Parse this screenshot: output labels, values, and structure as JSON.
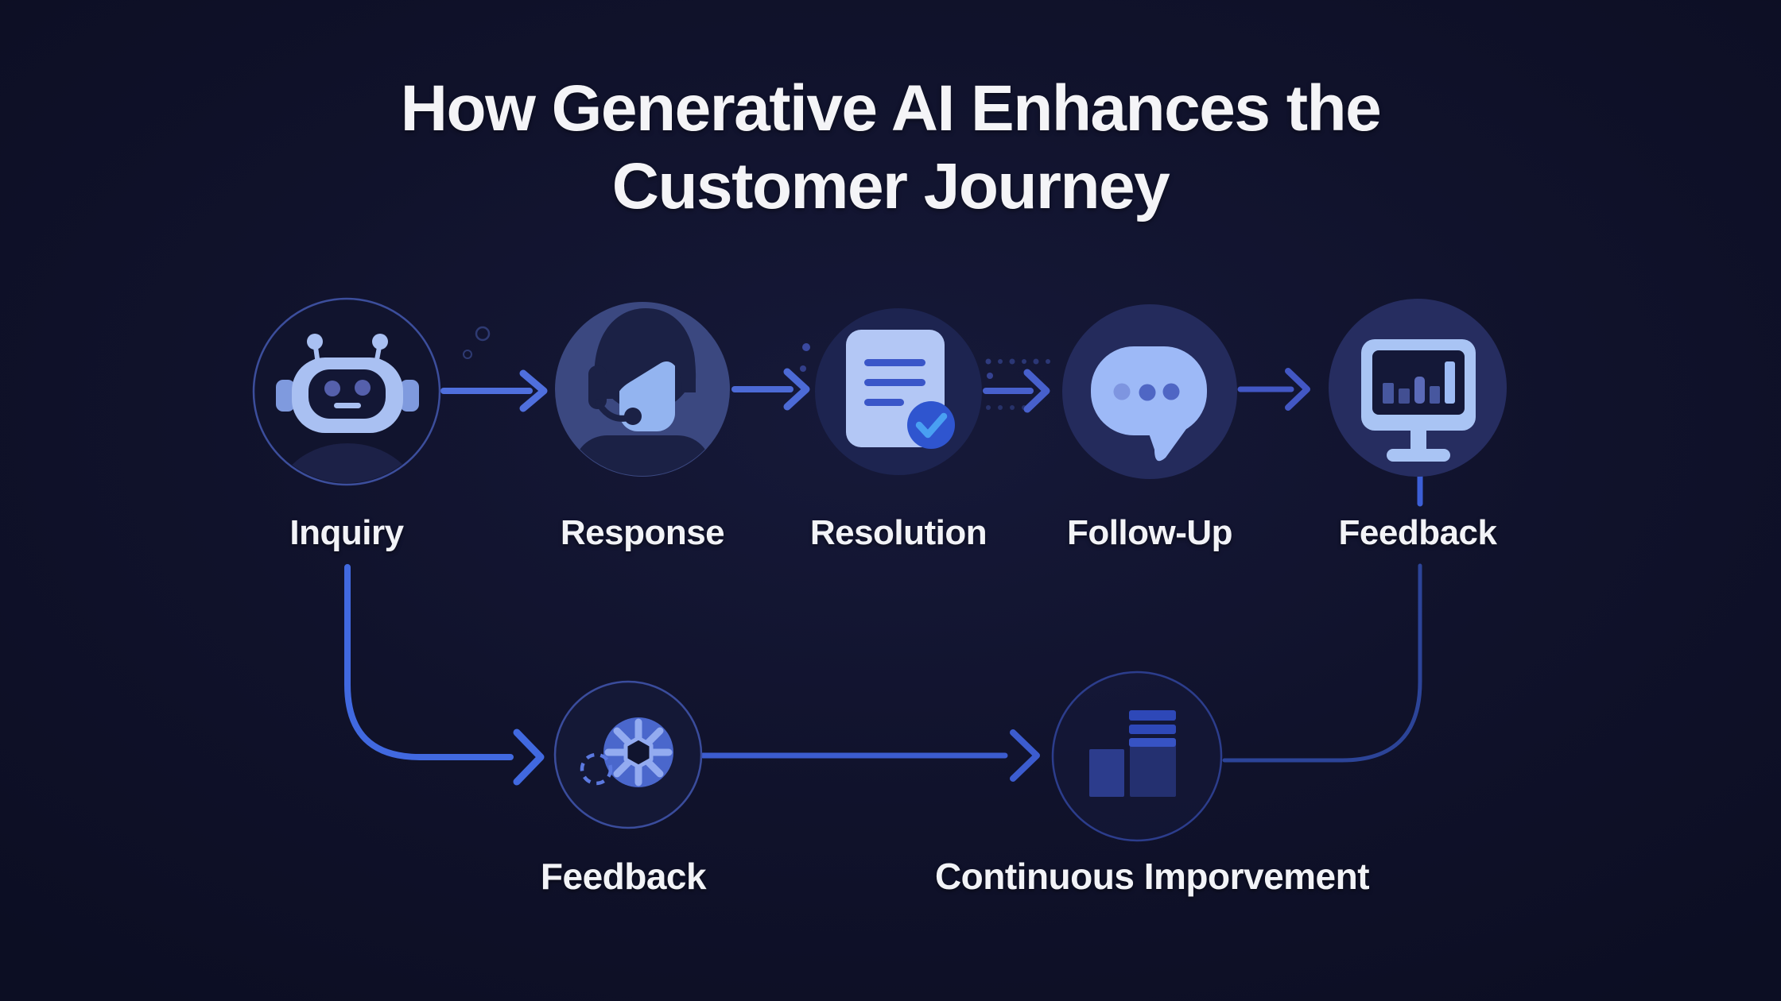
{
  "title": {
    "line1": "How Generative AI Enhances the",
    "line2": "Customer Journey"
  },
  "flow": {
    "top_steps": [
      {
        "label": "Inquiry",
        "icon": "robot-chatbot-icon"
      },
      {
        "label": "Response",
        "icon": "support-agent-headset-icon"
      },
      {
        "label": "Resolution",
        "icon": "document-checkmark-icon"
      },
      {
        "label": "Follow-Up",
        "icon": "chat-bubble-icon"
      },
      {
        "label": "Feedback",
        "icon": "analytics-monitor-icon"
      }
    ],
    "bottom_steps": [
      {
        "label": "Feedback",
        "icon": "gear-icon"
      },
      {
        "label": "Continuous Imporvement",
        "icon": "bar-chart-icon"
      }
    ]
  },
  "colors": {
    "background": "#10122b",
    "title_text": "#f4f4f7",
    "label_text": "#f2f3f7",
    "arrow_blue": "#4f6fdd",
    "connector_blue": "#3f6ae5",
    "icon_light_blue": "#a9c0f2",
    "icon_medium_blue": "#4a67cc",
    "circle_fill_dark": "#1d2450",
    "circle_fill_slate": "#3b4880",
    "circle_ring": "#3c4e9c",
    "check_badge": "#2f55cf",
    "check_mark": "#49a0f2"
  }
}
